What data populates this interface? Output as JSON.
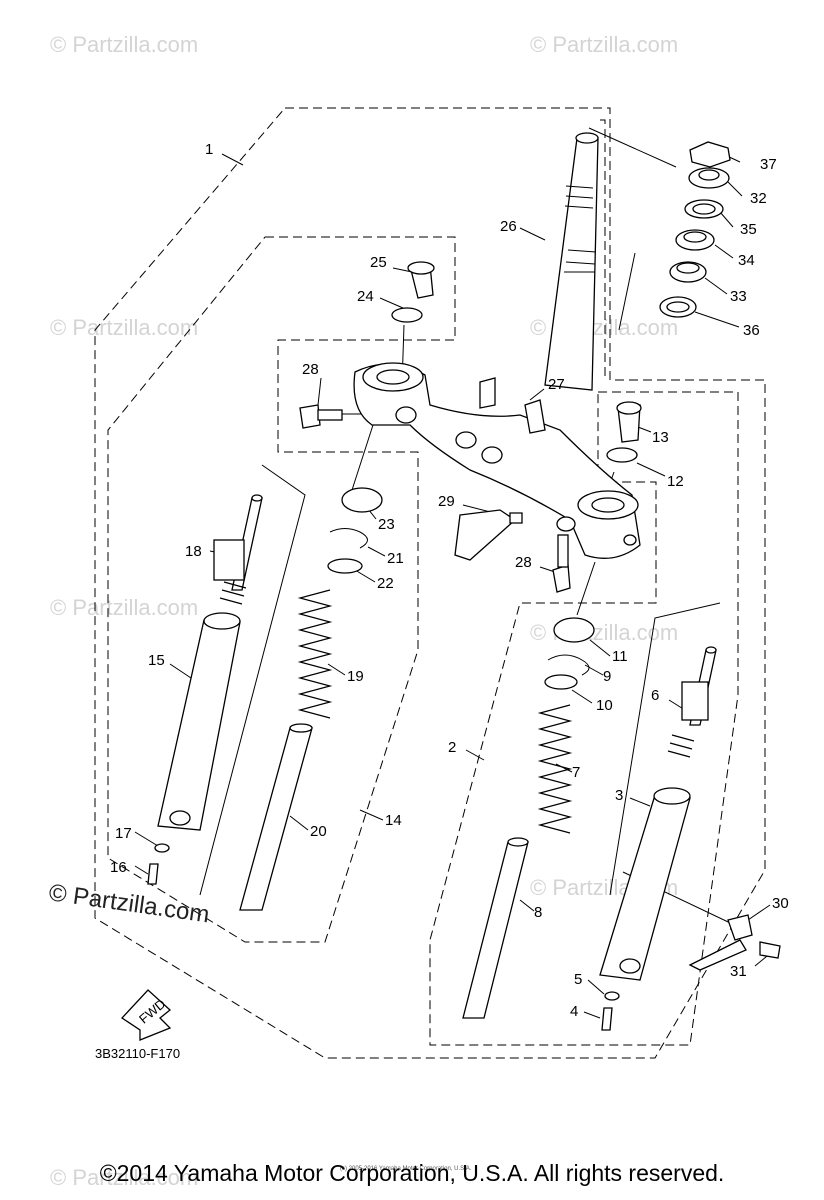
{
  "watermarks": {
    "faint": "© Partzilla.com",
    "dark": "© Partzilla.com"
  },
  "diagram_code": "3B32110-F170",
  "fwd_label": "FWD",
  "fine_print": "(c) 2005-2016 Yamaha Motor Corporation, U.S.A.",
  "copyright": "©2014 Yamaha Motor Corporation, U.S.A. All rights reserved.",
  "callouts": {
    "c1": "1",
    "c2": "2",
    "c3": "3",
    "c4": "4",
    "c5": "5",
    "c6": "6",
    "c7": "7",
    "c8": "8",
    "c9": "9",
    "c10": "10",
    "c11": "11",
    "c12": "12",
    "c13": "13",
    "c14": "14",
    "c15": "15",
    "c16": "16",
    "c17": "17",
    "c18": "18",
    "c19": "19",
    "c20": "20",
    "c21": "21",
    "c22": "22",
    "c23": "23",
    "c24": "24",
    "c25": "25",
    "c26": "26",
    "c27": "27",
    "c28a": "28",
    "c28b": "28",
    "c29": "29",
    "c30": "30",
    "c31": "31",
    "c32": "32",
    "c33": "33",
    "c34": "34",
    "c35": "35",
    "c36": "36",
    "c37": "37"
  }
}
